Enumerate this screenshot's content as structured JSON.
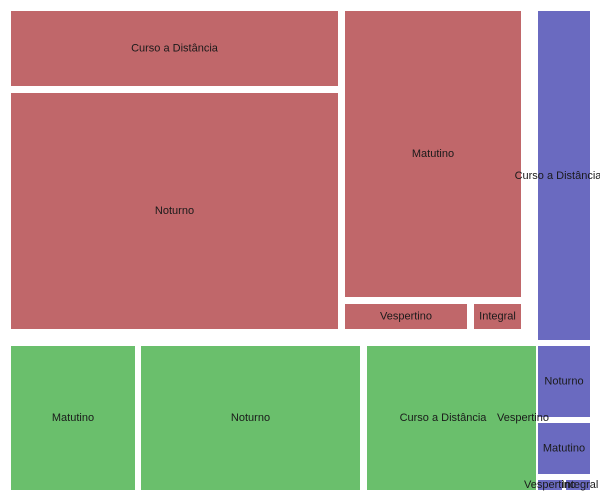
{
  "chart_data": {
    "type": "treemap",
    "colors": {
      "red_group": "#c0676a",
      "green_group": "#6abf6c",
      "blue_group": "#6a6ac0"
    },
    "groups": [
      {
        "color_key": "red_group",
        "tiles": [
          {
            "label": "Curso a Distância"
          },
          {
            "label": "Noturno"
          },
          {
            "label": "Matutino"
          },
          {
            "label": "Vespertino"
          },
          {
            "label": "Integral"
          }
        ]
      },
      {
        "color_key": "green_group",
        "tiles": [
          {
            "label": "Matutino"
          },
          {
            "label": "Noturno"
          },
          {
            "label": "Curso a Distância"
          },
          {
            "label": "Vespertino"
          }
        ]
      },
      {
        "color_key": "blue_group",
        "tiles": [
          {
            "label": "Curso a Distância"
          },
          {
            "label": "Noturno"
          },
          {
            "label": "Matutino"
          },
          {
            "label": "Vespertino"
          },
          {
            "label": "Integral"
          }
        ]
      }
    ]
  }
}
